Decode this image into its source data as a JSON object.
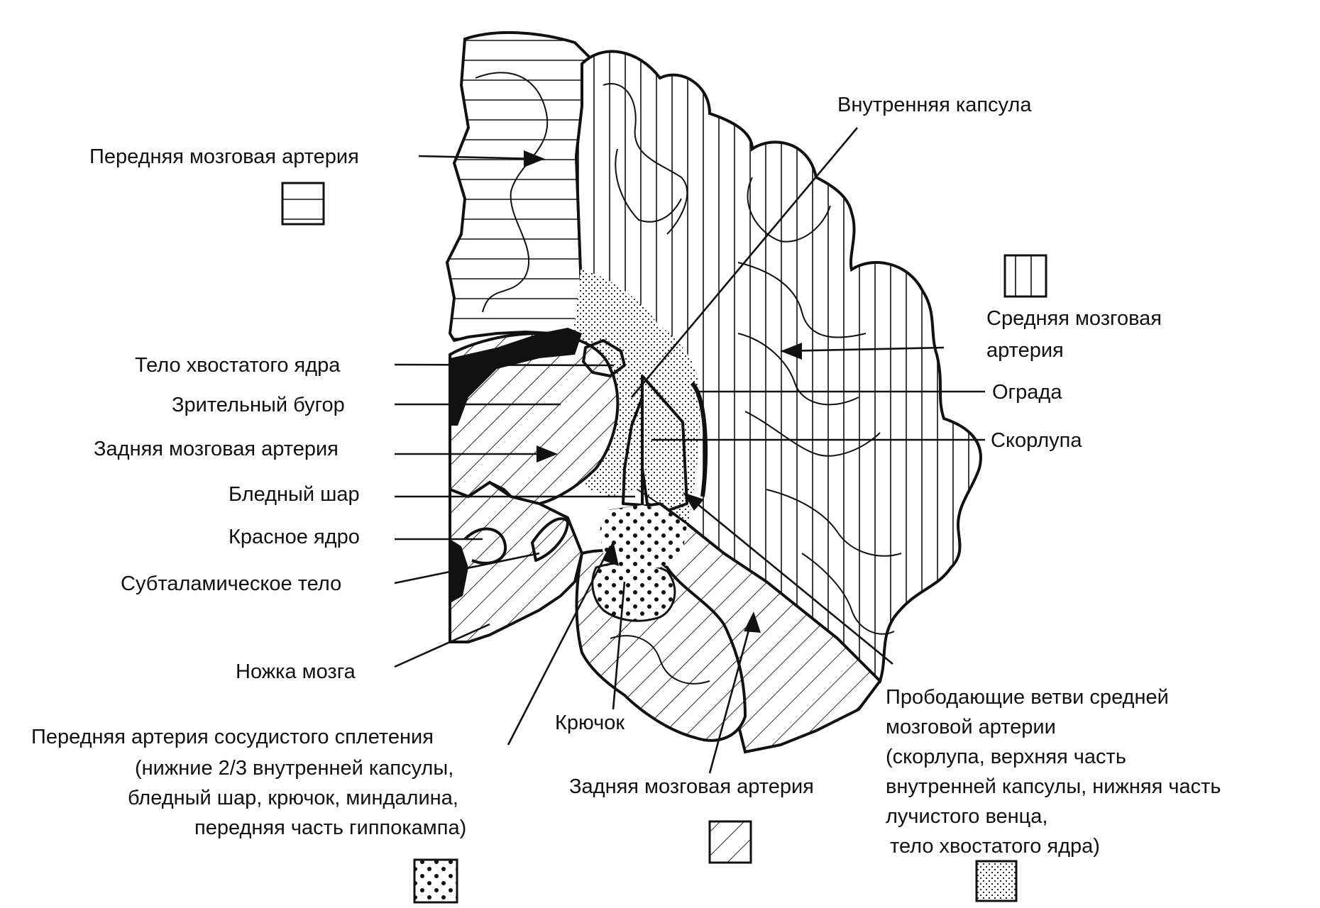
{
  "labels": {
    "anterior_cerebral_artery": "Передняя мозговая артерия",
    "internal_capsule": "Внутренняя капсула",
    "middle_cerebral_artery_1": "Средняя мозговая",
    "middle_cerebral_artery_2": "артерия",
    "caudate_body": "Тело хвостатого ядра",
    "thalamus": "Зрительный бугор",
    "posterior_cerebral_artery_left": "Задняя мозговая артерия",
    "globus_pallidus": "Бледный шар",
    "red_nucleus": "Красное ядро",
    "subthalamic_body": "Субталамическое тело",
    "cerebral_peduncle": "Ножка мозга",
    "claustrum": "Ограда",
    "putamen": "Скорлупа",
    "uncus": "Крючок",
    "posterior_cerebral_artery_bottom": "Задняя мозговая артерия",
    "anterior_choroidal": [
      "Передняя артерия сосудистого сплетения",
      "(нижние 2/3 внутренней капсулы,",
      "бледный шар, крючок, миндалина,",
      "передняя часть гиппокампа)"
    ],
    "perforating_branches": [
      "Прободающие ветви средней",
      "мозговой артерии",
      "(скорлупа, верхняя часть",
      "внутренней капсулы, нижняя часть",
      "лучистого венца,",
      "тело хвостатого ядра)"
    ]
  },
  "legend": [
    {
      "pattern": "horizontal-lines",
      "territory": "anterior_cerebral_artery"
    },
    {
      "pattern": "vertical-lines",
      "territory": "middle_cerebral_artery"
    },
    {
      "pattern": "diagonal-lines",
      "territory": "posterior_cerebral_artery"
    },
    {
      "pattern": "large-dots",
      "territory": "anterior_choroidal_artery"
    },
    {
      "pattern": "fine-stipple",
      "territory": "perforating_branches"
    }
  ]
}
